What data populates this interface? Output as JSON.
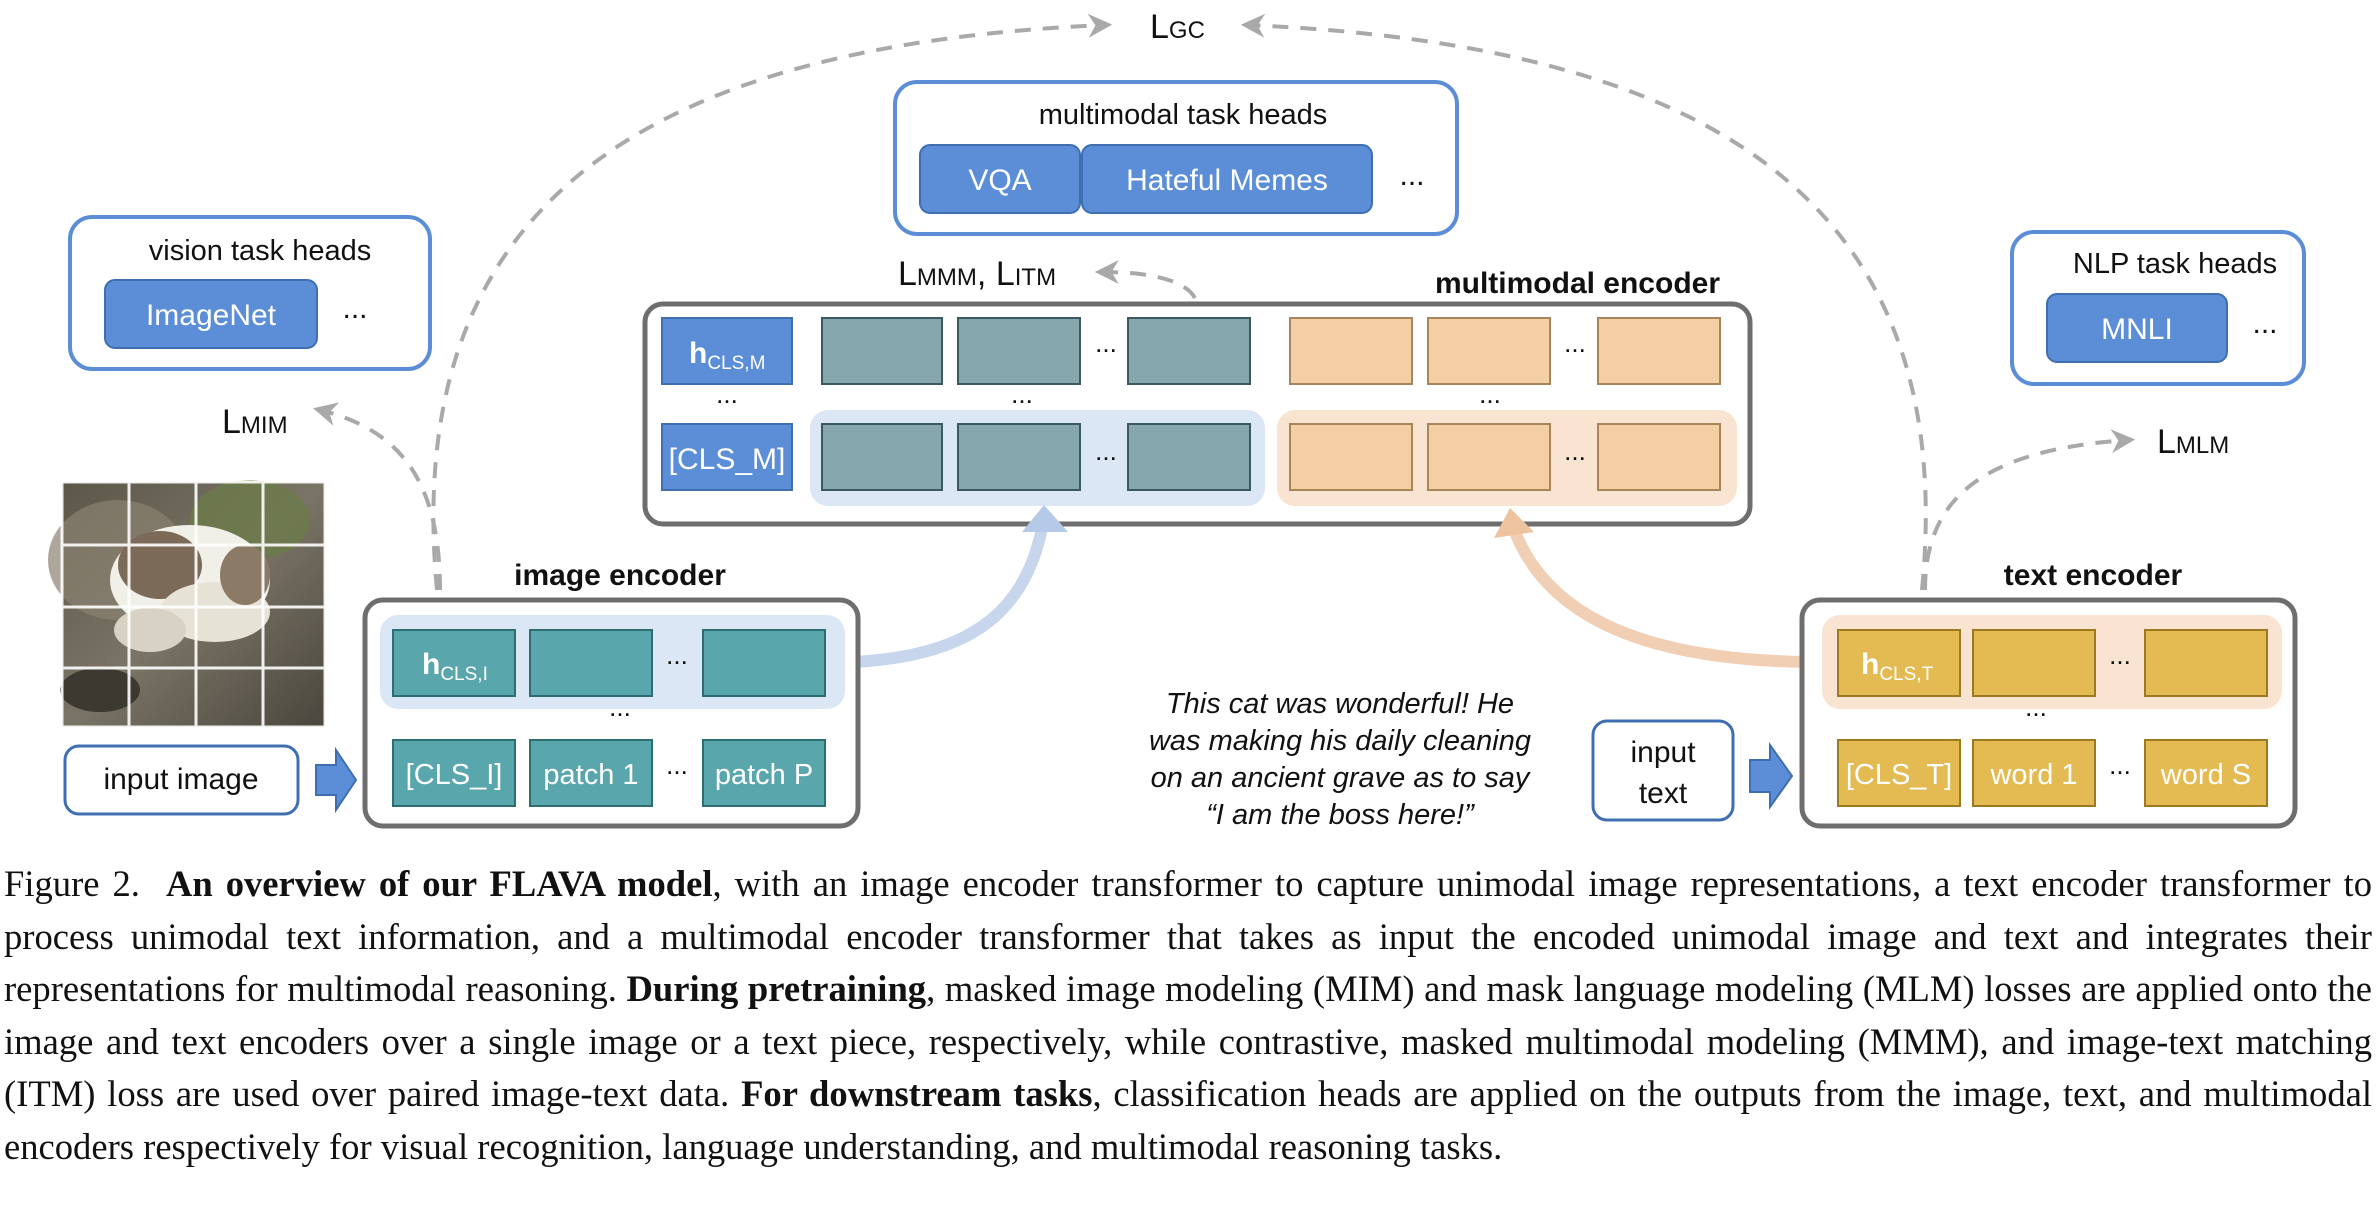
{
  "losses": {
    "gc": {
      "main": "L",
      "sub": "GC"
    },
    "mim": {
      "main": "L",
      "sub": "MIM"
    },
    "mlm": {
      "main": "L",
      "sub": "MLM"
    },
    "mmm_itm": {
      "main1": "L",
      "sub1": "MMM",
      "sep": ", ",
      "main2": "L",
      "sub2": "ITM"
    }
  },
  "multimodal_heads": {
    "title": "multimodal task heads",
    "buttons": [
      "VQA",
      "Hateful Memes"
    ],
    "ellipsis": "..."
  },
  "vision_heads": {
    "title": "vision task heads",
    "buttons": [
      "ImageNet"
    ],
    "ellipsis": "..."
  },
  "nlp_heads": {
    "title": "NLP task heads",
    "buttons": [
      "MNLI"
    ],
    "ellipsis": "..."
  },
  "multimodal_encoder": {
    "title": "multimodal encoder",
    "h_main": "h",
    "h_sub": "CLS,M",
    "cls": "[CLS_M]",
    "ellipsis": "..."
  },
  "image_encoder": {
    "title": "image encoder",
    "h_main": "h",
    "h_sub": "CLS,I",
    "tokens": [
      "[CLS_I]",
      "patch 1",
      "patch P"
    ],
    "ellipsis": "..."
  },
  "text_encoder": {
    "title": "text encoder",
    "h_main": "h",
    "h_sub": "CLS,T",
    "tokens": [
      "[CLS_T]",
      "word 1",
      "word S"
    ],
    "ellipsis": "..."
  },
  "input_image": {
    "label": "input image"
  },
  "input_text": {
    "label_line1": "input",
    "label_line2": "text"
  },
  "sample_text": [
    "This cat was wonderful! He",
    "was making his daily cleaning",
    "on an ancient grave as to say",
    "“I am the boss here!”"
  ],
  "caption": {
    "fig_label": "Figure 2.",
    "bold1": "An overview of our FLAVA model",
    "text1": ", with an image encoder transformer to capture unimodal image representations, a text encoder transformer to process unimodal text information, and a multimodal encoder transformer that takes as input the encoded unimodal image and text and integrates their representations for multimodal reasoning. ",
    "bold2": "During pretraining",
    "text2": ", masked image modeling (MIM) and mask language modeling (MLM) losses are applied onto the image and text encoders over a single image or a text piece, respectively, while contrastive, masked multimodal modeling (MMM), and image-text matching (ITM) loss are used over paired image-text data. ",
    "bold3": "For downstream tasks",
    "text3": ", classification heads are applied on the outputs from the image, text, and multimodal encoders respectively for visual recognition, language understanding, and multimodal reasoning tasks."
  },
  "colors": {
    "head_blue": "#5b8ed6",
    "teal_token": "#5aa6ad",
    "gray_teal_token": "#86a7ae",
    "peach_token": "#f3cfa3",
    "yellow_token": "#e3bb52",
    "frame_gray": "#6e6e6e",
    "dashed_gray": "#a9a9a9"
  }
}
